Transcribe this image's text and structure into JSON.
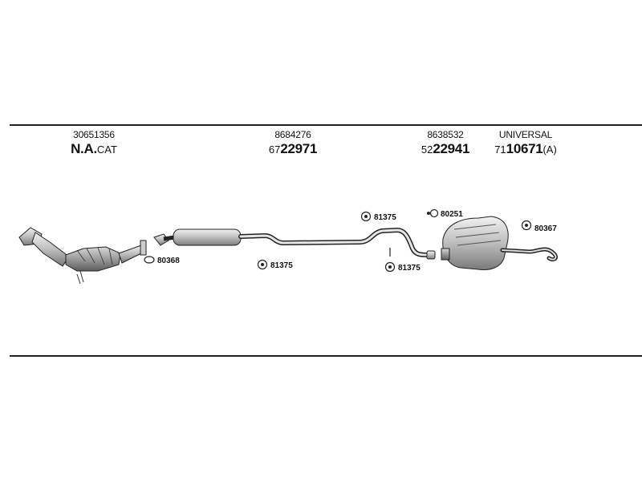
{
  "groups": [
    {
      "oe_number": "30651356",
      "part_main": "N.A.",
      "part_suffix": "CAT"
    },
    {
      "oe_number": "8684276",
      "part_prefix": "67",
      "part_main": "22971"
    },
    {
      "oe_number": "8638532",
      "part_prefix": "52",
      "part_main": "22941"
    },
    {
      "oe_number": "UNIVERSAL",
      "part_prefix": "71",
      "part_main": "10671",
      "part_suffix": "(A)"
    }
  ],
  "hardware_labels": [
    {
      "id": "gasket",
      "text": "80368",
      "icon": "gasket-ring-icon"
    },
    {
      "id": "mount-middle",
      "text": "81375",
      "icon": "rubber-mount-icon"
    },
    {
      "id": "mount-upper",
      "text": "81375",
      "icon": "rubber-mount-icon"
    },
    {
      "id": "mount-lower",
      "text": "81375",
      "icon": "rubber-mount-icon"
    },
    {
      "id": "clamp",
      "text": "80251",
      "icon": "clamp-icon"
    },
    {
      "id": "mount-rear",
      "text": "80367",
      "icon": "rubber-mount-icon"
    }
  ]
}
